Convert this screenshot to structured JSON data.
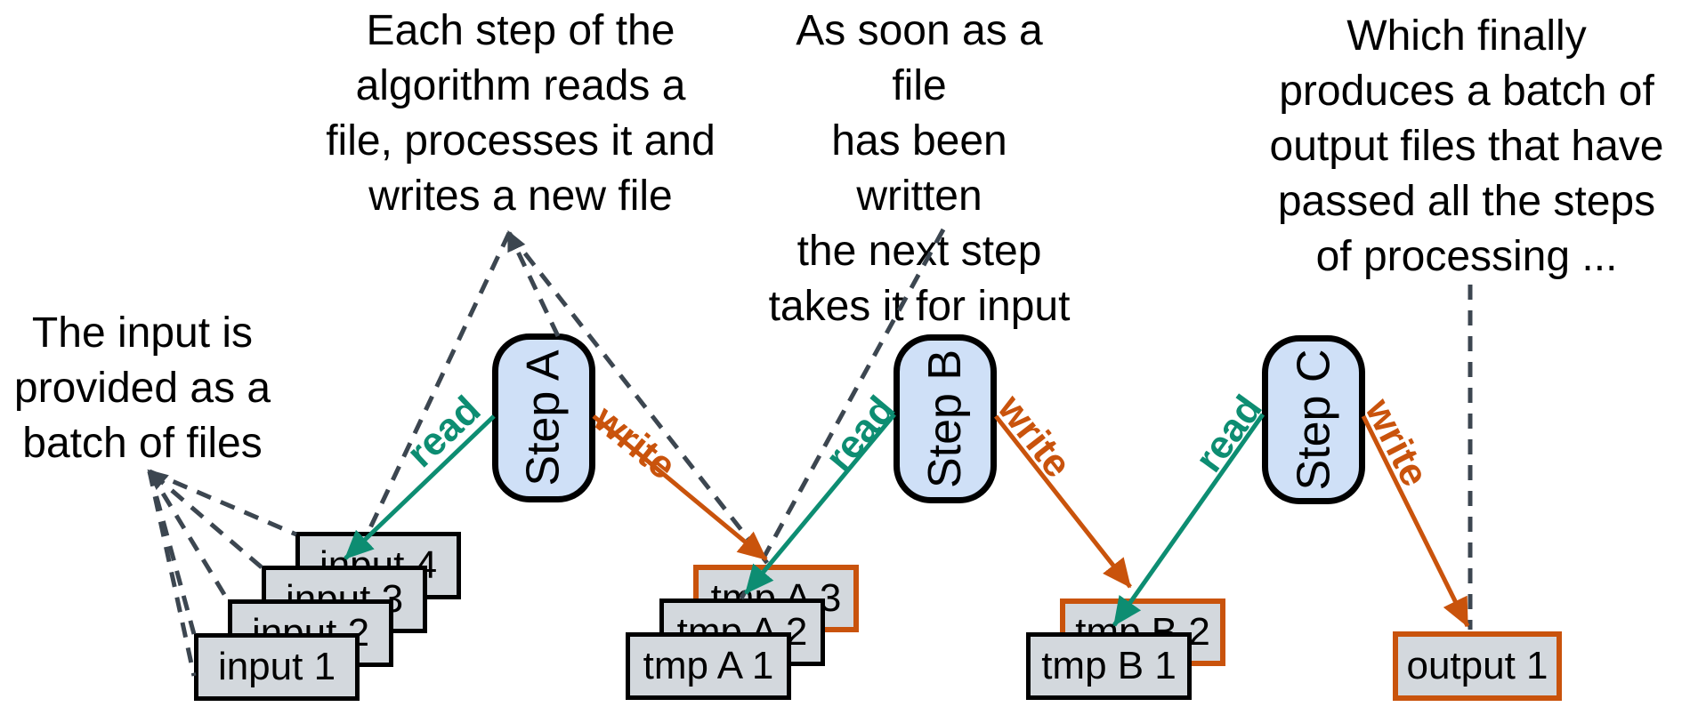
{
  "annotations": {
    "each_step": {
      "text": "Each step of the\nalgorithm reads a\nfile, processes it and\nwrites a new file"
    },
    "as_soon": {
      "text": "As soon as a file\nhas been written\nthe next step\ntakes it for input"
    },
    "which_finally": {
      "text": "Which finally\nproduces a batch of\noutput files that have\npassed all the steps\nof processing ..."
    },
    "input_batch": {
      "text": "The input is\nprovided as a\nbatch of files"
    }
  },
  "steps": [
    {
      "label": "Step A"
    },
    {
      "label": "Step B"
    },
    {
      "label": "Step C"
    }
  ],
  "files": {
    "input": [
      "input 1",
      "input 2",
      "input 3",
      "input 4"
    ],
    "tmp_a": [
      "tmp A 1",
      "tmp A 2",
      "tmp A 3"
    ],
    "tmp_b": [
      "tmp B 1",
      "tmp B 2"
    ],
    "output": [
      "output 1"
    ]
  },
  "arrow_labels": {
    "read": "read",
    "write": "write"
  },
  "colors": {
    "read": "#0d8d72",
    "write": "#c9530c",
    "dashed": "#3c4650",
    "step_fill": "#cfe0f7",
    "file_fill": "#d3d8dd",
    "highlight_border": "#c9530c",
    "text": "#000000",
    "background": "#ffffff"
  }
}
